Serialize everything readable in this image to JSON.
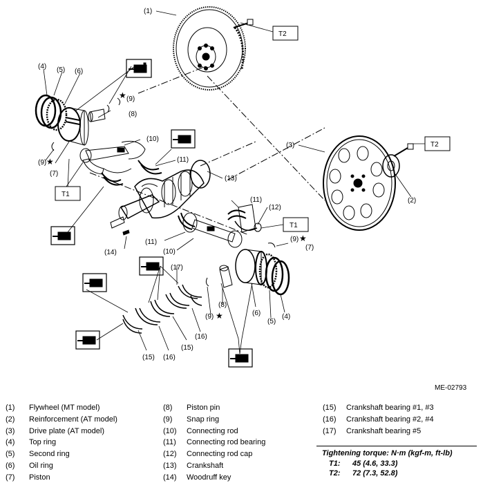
{
  "diagram": {
    "callouts": [
      {
        "id": "c1",
        "text": "(1)"
      },
      {
        "id": "c2",
        "text": "(2)"
      },
      {
        "id": "c3",
        "text": "(3)"
      },
      {
        "id": "c4a",
        "text": "(4)"
      },
      {
        "id": "c5a",
        "text": "(5)"
      },
      {
        "id": "c6a",
        "text": "(6)"
      },
      {
        "id": "c9a",
        "text": "(9)"
      },
      {
        "id": "c8a",
        "text": "(8)"
      },
      {
        "id": "c9b",
        "text": "(9)"
      },
      {
        "id": "c7a",
        "text": "(7)"
      },
      {
        "id": "c10a",
        "text": "(10)"
      },
      {
        "id": "c11a",
        "text": "(11)"
      },
      {
        "id": "c13",
        "text": "(13)"
      },
      {
        "id": "c11b",
        "text": "(11)"
      },
      {
        "id": "c12",
        "text": "(12)"
      },
      {
        "id": "c11c",
        "text": "(11)"
      },
      {
        "id": "c10b",
        "text": "(10)"
      },
      {
        "id": "c14",
        "text": "(14)"
      },
      {
        "id": "c9c",
        "text": "(9)"
      },
      {
        "id": "c7b",
        "text": "(7)"
      },
      {
        "id": "c17",
        "text": "(17)"
      },
      {
        "id": "c8b",
        "text": "(8)"
      },
      {
        "id": "c9d",
        "text": "(9)"
      },
      {
        "id": "c6b",
        "text": "(6)"
      },
      {
        "id": "c5b",
        "text": "(5)"
      },
      {
        "id": "c4b",
        "text": "(4)"
      },
      {
        "id": "c16a",
        "text": "(16)"
      },
      {
        "id": "c15a",
        "text": "(15)"
      },
      {
        "id": "c15b",
        "text": "(15)"
      },
      {
        "id": "c16b",
        "text": "(16)"
      }
    ],
    "torque_boxes": [
      "T2",
      "T2",
      "T1",
      "T1"
    ],
    "figure_id": "ME-02793"
  },
  "legend": {
    "col1": [
      {
        "n": "(1)",
        "t": "Flywheel (MT model)"
      },
      {
        "n": "(2)",
        "t": "Reinforcement (AT model)"
      },
      {
        "n": "(3)",
        "t": "Drive plate (AT model)"
      },
      {
        "n": "(4)",
        "t": "Top ring"
      },
      {
        "n": "(5)",
        "t": "Second ring"
      },
      {
        "n": "(6)",
        "t": "Oil ring"
      },
      {
        "n": "(7)",
        "t": "Piston"
      }
    ],
    "col2": [
      {
        "n": "(8)",
        "t": "Piston pin"
      },
      {
        "n": "(9)",
        "t": "Snap ring"
      },
      {
        "n": "(10)",
        "t": "Connecting rod"
      },
      {
        "n": "(11)",
        "t": "Connecting rod bearing"
      },
      {
        "n": "(12)",
        "t": "Connecting rod cap"
      },
      {
        "n": "(13)",
        "t": "Crankshaft"
      },
      {
        "n": "(14)",
        "t": "Woodruff key"
      }
    ],
    "col3": [
      {
        "n": "(15)",
        "t": "Crankshaft bearing #1, #3"
      },
      {
        "n": "(16)",
        "t": "Crankshaft bearing #2, #4"
      },
      {
        "n": "(17)",
        "t": "Crankshaft bearing #5"
      }
    ]
  },
  "torque": {
    "heading": "Tightening torque: N·m (kgf-m, ft-lb)",
    "rows": [
      {
        "k": "T1:",
        "v": "45 (4.6, 33.3)"
      },
      {
        "k": "T2:",
        "v": "72 (7.3, 52.8)"
      }
    ]
  }
}
